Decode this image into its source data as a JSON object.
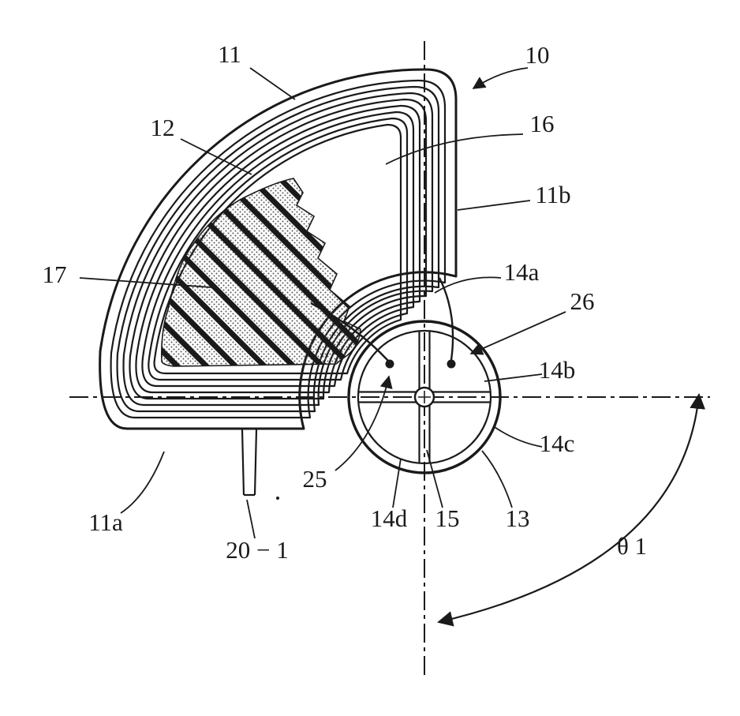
{
  "page": {
    "background": "#ffffff",
    "ink": "#1a1a1a",
    "description": "Patent-style line drawing of a fan-shaped (sector) coil unit wound around a circular hub with quadrant slots, center lines and angle annotation"
  },
  "figure": {
    "labels": {
      "n10": "10",
      "n11": "11",
      "n11a": "11a",
      "n11b": "11b",
      "n12": "12",
      "n13": "13",
      "n14a": "14a",
      "n14b": "14b",
      "n14c": "14c",
      "n14d": "14d",
      "n15": "15",
      "n16": "16",
      "n17": "17",
      "n20_1": "20 − 1",
      "n25": "25",
      "n26": "26",
      "theta1": "θ 1"
    }
  }
}
